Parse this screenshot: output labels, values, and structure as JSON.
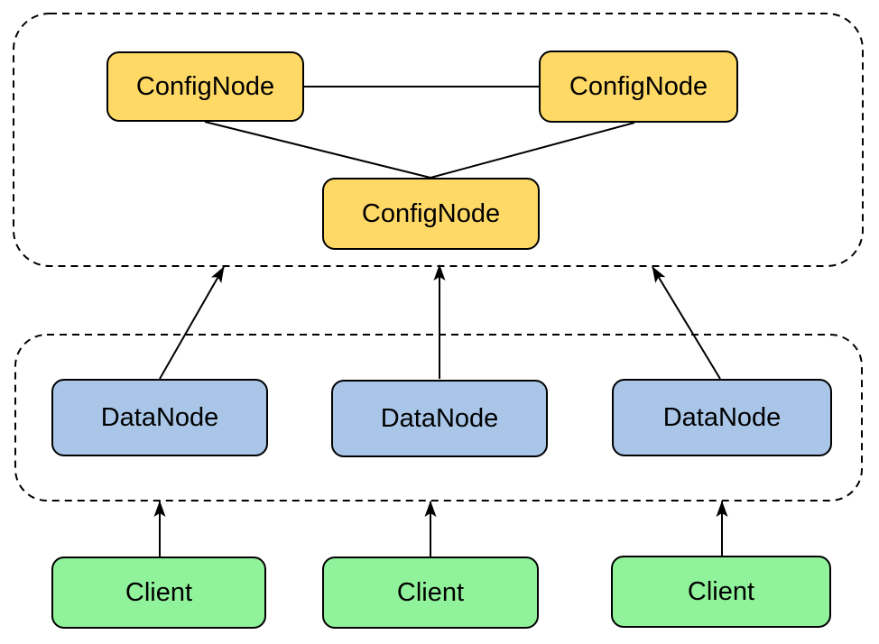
{
  "colors": {
    "confignode_fill": "#FFD966",
    "datanode_fill": "#A9C6E8",
    "client_fill": "#90F29B",
    "node_stroke": "#000000",
    "background": "#FFFFFF"
  },
  "nodes": {
    "confignode_top_left": {
      "label": "ConfigNode"
    },
    "confignode_top_right": {
      "label": "ConfigNode"
    },
    "confignode_bottom": {
      "label": "ConfigNode"
    },
    "datanode_left": {
      "label": "DataNode"
    },
    "datanode_middle": {
      "label": "DataNode"
    },
    "datanode_right": {
      "label": "DataNode"
    },
    "client_left": {
      "label": "Client"
    },
    "client_middle": {
      "label": "Client"
    },
    "client_right": {
      "label": "Client"
    }
  },
  "clusters": {
    "confignode_cluster": {
      "style": "dashed-rounded",
      "contains": [
        "confignode_top_left",
        "confignode_top_right",
        "confignode_bottom"
      ]
    },
    "datanode_cluster": {
      "style": "dashed-rounded",
      "contains": [
        "datanode_left",
        "datanode_middle",
        "datanode_right"
      ]
    }
  },
  "edges": [
    {
      "from": "confignode_top_left",
      "to": "confignode_top_right",
      "type": "line"
    },
    {
      "from": "confignode_top_left",
      "to": "confignode_bottom",
      "type": "line"
    },
    {
      "from": "confignode_top_right",
      "to": "confignode_bottom",
      "type": "line"
    },
    {
      "from": "datanode_left",
      "to": "confignode_cluster",
      "type": "arrow"
    },
    {
      "from": "datanode_middle",
      "to": "confignode_cluster",
      "type": "arrow"
    },
    {
      "from": "datanode_right",
      "to": "confignode_cluster",
      "type": "arrow"
    },
    {
      "from": "client_left",
      "to": "datanode_cluster",
      "type": "arrow"
    },
    {
      "from": "client_middle",
      "to": "datanode_cluster",
      "type": "arrow"
    },
    {
      "from": "client_right",
      "to": "datanode_cluster",
      "type": "arrow"
    }
  ]
}
